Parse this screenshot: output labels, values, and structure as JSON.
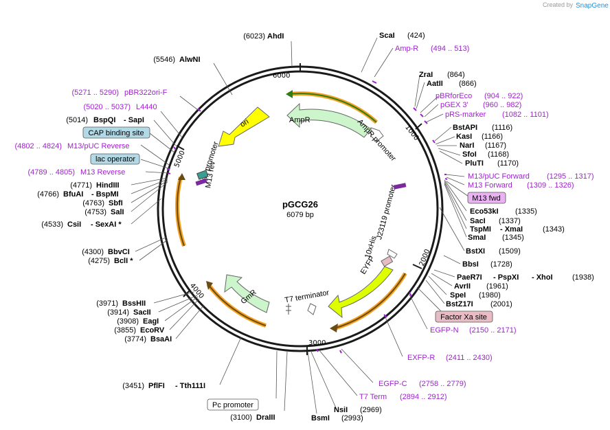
{
  "watermark": {
    "created_by": "Created by",
    "brand": "SnapGene"
  },
  "plasmid": {
    "name": "pGCG26",
    "size": "6079 bp"
  },
  "ring_ticks": [
    "1000",
    "2000",
    "3000",
    "4000",
    "5000",
    "6000"
  ],
  "features": {
    "ori": "ori",
    "ampr": "AmpR",
    "ampr_promoter": "AmpR promoter",
    "lac_promoter": "lac promoter",
    "m13_rev": "M13 rev",
    "j23119_promoter": "J23119 promoter",
    "his_tag": "10xHis",
    "eyfp": "EYFP",
    "gmr": "GmR",
    "t7_terminator": "T7 terminator"
  },
  "boxed_labels": {
    "cap": "CAP binding site",
    "lac_operator": "lac operator",
    "m13_fwd": "M13 fwd",
    "factor_xa": "Factor Xa site",
    "pc_promoter": "Pc promoter"
  },
  "left_labels": {
    "ahdi_pos": "(6023)",
    "ahdi": "AhdI",
    "alwni_pos": "(5546)",
    "alwni": "AlwNI",
    "pbr322_pos": "(5271 .. 5290)",
    "pbr322": "pBR322ori-F",
    "l4440_pos": "(5020 .. 5037)",
    "l4440": "L4440",
    "bspqi_pos": "(5014)",
    "bspqi": "BspQI",
    "sapi": "- SapI",
    "m13puc_rev_pos": "(4802 .. 4824)",
    "m13puc_rev": "M13/pUC Reverse",
    "m13_reverse_pos": "(4789 .. 4805)",
    "m13_reverse": "M13 Reverse",
    "hindiii_pos": "(4771)",
    "hindiii": "HindIII",
    "bfuai_pos": "(4766)",
    "bfuai": "BfuAI",
    "bspmi": "- BspMI",
    "sbfi_pos": "(4763)",
    "sbfi": "SbfI",
    "sali_pos": "(4753)",
    "sali": "SalI",
    "csii_pos": "(4533)",
    "csii": "CsiI",
    "sexai": "- SexAI *",
    "bbvci_pos": "(4300)",
    "bbvci": "BbvCI",
    "bcli_pos": "(4275)",
    "bcli": "BclI *",
    "bsshii_pos": "(3971)",
    "bsshii": "BssHII",
    "sacii_pos": "(3914)",
    "sacii": "SacII",
    "eagi_pos": "(3908)",
    "eagi": "EagI",
    "ecorv_pos": "(3855)",
    "ecorv": "EcoRV",
    "bsaai_pos": "(3774)",
    "bsaai": "BsaAI",
    "pflfi_pos": "(3451)",
    "pflfi": "PflFI",
    "tth111i": "- Tth111I",
    "draiii_pos": "(3100)",
    "draiii": "DraIII"
  },
  "right_labels": {
    "scai": "ScaI",
    "scai_pos": "(424)",
    "ampr_primer": "Amp-R",
    "ampr_primer_pos": "(494 .. 513)",
    "zrai": "ZraI",
    "zrai_pos": "(864)",
    "aatii": "AatII",
    "aatii_pos": "(866)",
    "pbrforeco": "pBRforEco",
    "pbrforeco_pos": "(904 .. 922)",
    "pgex3": "pGEX 3'",
    "pgex3_pos": "(960 .. 982)",
    "prs": "pRS-marker",
    "prs_pos": "(1082 .. 1101)",
    "bstapi": "BstAPI",
    "bstapi_pos": "(1116)",
    "kasi": "KasI",
    "kasi_pos": "(1166)",
    "nari": "NarI",
    "nari_pos": "(1167)",
    "sfoi": "SfoI",
    "sfoi_pos": "(1168)",
    "pluti": "PluTI",
    "pluti_pos": "(1170)",
    "m13puc_fwd": "M13/pUC Forward",
    "m13puc_fwd_pos": "(1295 .. 1317)",
    "m13_forward": "M13 Forward",
    "m13_forward_pos": "(1309 .. 1326)",
    "eco53ki": "Eco53kI",
    "eco53ki_pos": "(1335)",
    "saci": "SacI",
    "saci_pos": "(1337)",
    "tspmi": "TspMI",
    "xmai": "- XmaI",
    "tspmi_pos": "(1343)",
    "smai": "SmaI",
    "smai_pos": "(1345)",
    "bstxi": "BstXI",
    "bstxi_pos": "(1509)",
    "bbsi": "BbsI",
    "bbsi_pos": "(1728)",
    "paer7i": "PaeR7I",
    "pspxi": "- PspXI",
    "xhoi": "- XhoI",
    "paer7i_pos": "(1938)",
    "avrii": "AvrII",
    "avrii_pos": "(1961)",
    "spei": "SpeI",
    "spei_pos": "(1980)",
    "bstz17i": "BstZ17I",
    "bstz17i_pos": "(2001)",
    "egfpn": "EGFP-N",
    "egfpn_pos": "(2150 .. 2171)",
    "exfpr": "EXFP-R",
    "exfpr_pos": "(2411 .. 2430)",
    "egfpc": "EGFP-C",
    "egfpc_pos": "(2758 .. 2779)",
    "t7term": "T7 Term",
    "t7term_pos": "(2894 .. 2912)",
    "nsii": "NsiI",
    "nsii_pos": "(2969)",
    "bsmi": "BsmI",
    "bsmi_pos": "(2993)"
  },
  "colors": {
    "backbone": "#1a1a1a",
    "primer": "#a020d0",
    "ori": "#ffff00",
    "ampr": "#ccf5cc",
    "eyfp": "#ddff00",
    "gmr": "#ccf5cc",
    "orf": "#f5a020",
    "cap_box": "#b3d9e6",
    "m13fwd_box": "#e8b3f0",
    "factorxa_box": "#e8bcc4",
    "pc_box": "#ffffff"
  }
}
